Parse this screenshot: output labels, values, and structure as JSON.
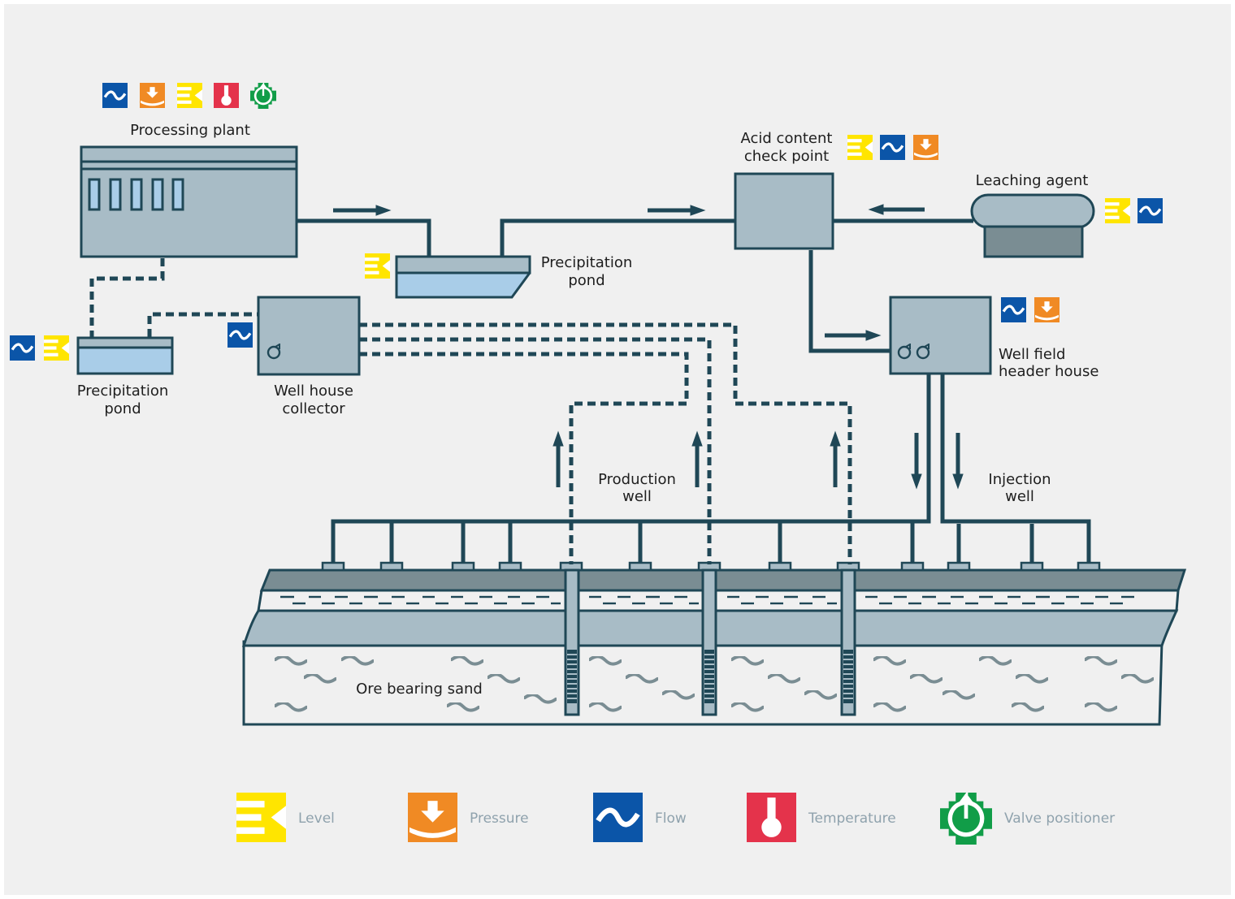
{
  "labels": {
    "processing_plant": "Processing plant",
    "acid_content_1": "Acid content",
    "acid_content_2": "check point",
    "leaching_agent": "Leaching agent",
    "precip_pond_right_1": "Precipitation",
    "precip_pond_right_2": "pond",
    "precip_pond_left_1": "Precipitation",
    "precip_pond_left_2": "pond",
    "well_house_1": "Well house",
    "well_house_2": "collector",
    "well_field_1": "Well field",
    "well_field_2": "header house",
    "production_well_1": "Production",
    "production_well_2": "well",
    "injection_well_1": "Injection",
    "injection_well_2": "well",
    "ore_sand": "Ore bearing sand"
  },
  "legend": [
    {
      "icon": "level-icon",
      "label": "Level",
      "color": "#ffe500"
    },
    {
      "icon": "pressure-icon",
      "label": "Pressure",
      "color": "#f08a24"
    },
    {
      "icon": "flow-icon",
      "label": "Flow",
      "color": "#0b55a8"
    },
    {
      "icon": "temperature-icon",
      "label": "Temperature",
      "color": "#e4334b"
    },
    {
      "icon": "valve-positioner-icon",
      "label": "Valve positioner",
      "color": "#119d48"
    }
  ],
  "colors": {
    "background": "#f0f0f0",
    "equipment": "#a8bcc6",
    "pipe": "#1f4756",
    "water": "#a9cde8",
    "dark_layer": "#7a8d93",
    "legend_text": "#8fa2ad"
  }
}
